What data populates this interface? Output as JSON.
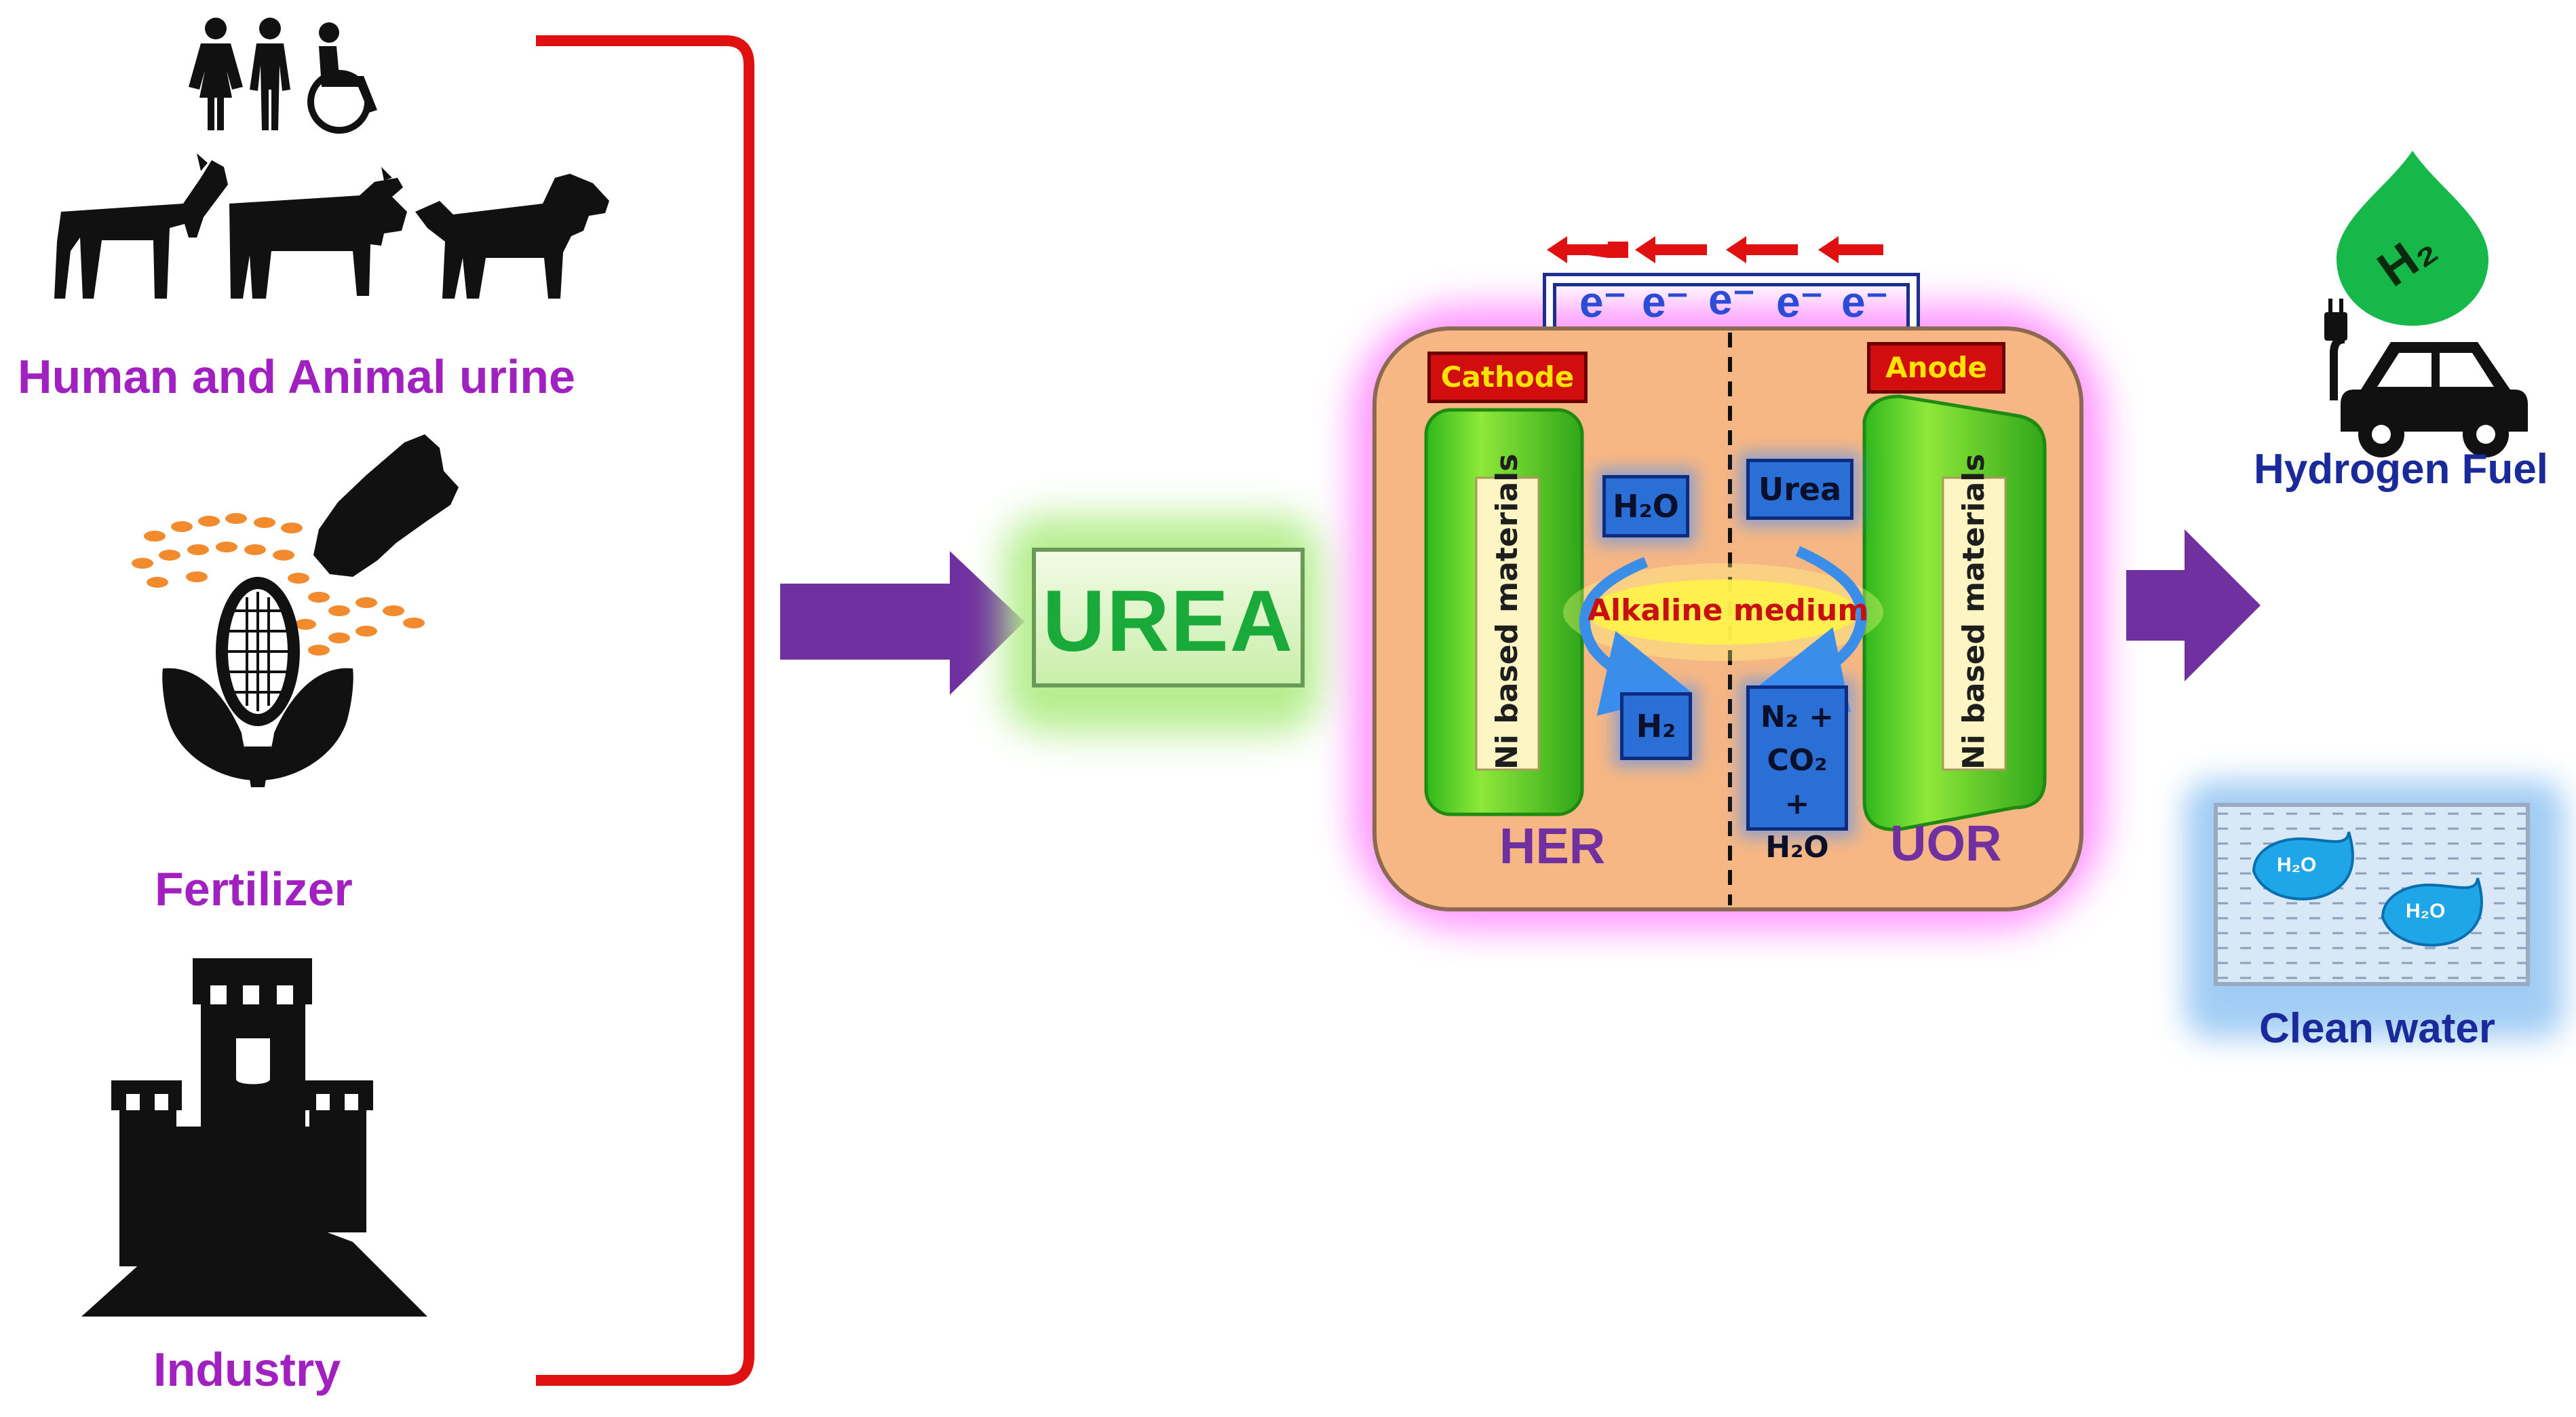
{
  "sources": {
    "urine_label": "Human and Animal urine",
    "fertilizer_label": "Fertilizer",
    "industry_label": "Industry"
  },
  "center": {
    "urea_label": "UREA"
  },
  "cell": {
    "electron_symbol": "e⁻",
    "cathode_label": "Cathode",
    "anode_label": "Anode",
    "cathode_material": "Ni based materials",
    "anode_material": "Ni based materials",
    "her_label": "HER",
    "uor_label": "UOR",
    "medium_label": "Alkaline medium",
    "h2o_reactant": "H₂O",
    "h2_product": "H₂",
    "urea_reactant": "Urea",
    "uor_products": [
      "N₂ +",
      "CO₂ +",
      "H₂O"
    ]
  },
  "outputs": {
    "h2_drop_label": "H₂",
    "hydrogen_fuel_label": "Hydrogen Fuel",
    "water_drop_label": "H₂O",
    "clean_water_label": "Clean water"
  },
  "colors": {
    "label_purple": "#a020c0",
    "label_navy": "#1a2a9a",
    "bracket_red": "#e01010",
    "flow_arrow_purple": "#7030a0",
    "urea_green": "#1aaa3a",
    "cell_orange": "#f7b784",
    "cell_glow_pink": "#ff44ff",
    "electrode_green": "#7de02c",
    "chem_box_blue": "#2a6fd6",
    "h2_green": "#17b84a"
  },
  "icons": [
    "person-icons",
    "animal-icons",
    "fertilizer-corn-icon",
    "castle-icon",
    "car-plug-icon",
    "water-drop-icon"
  ]
}
